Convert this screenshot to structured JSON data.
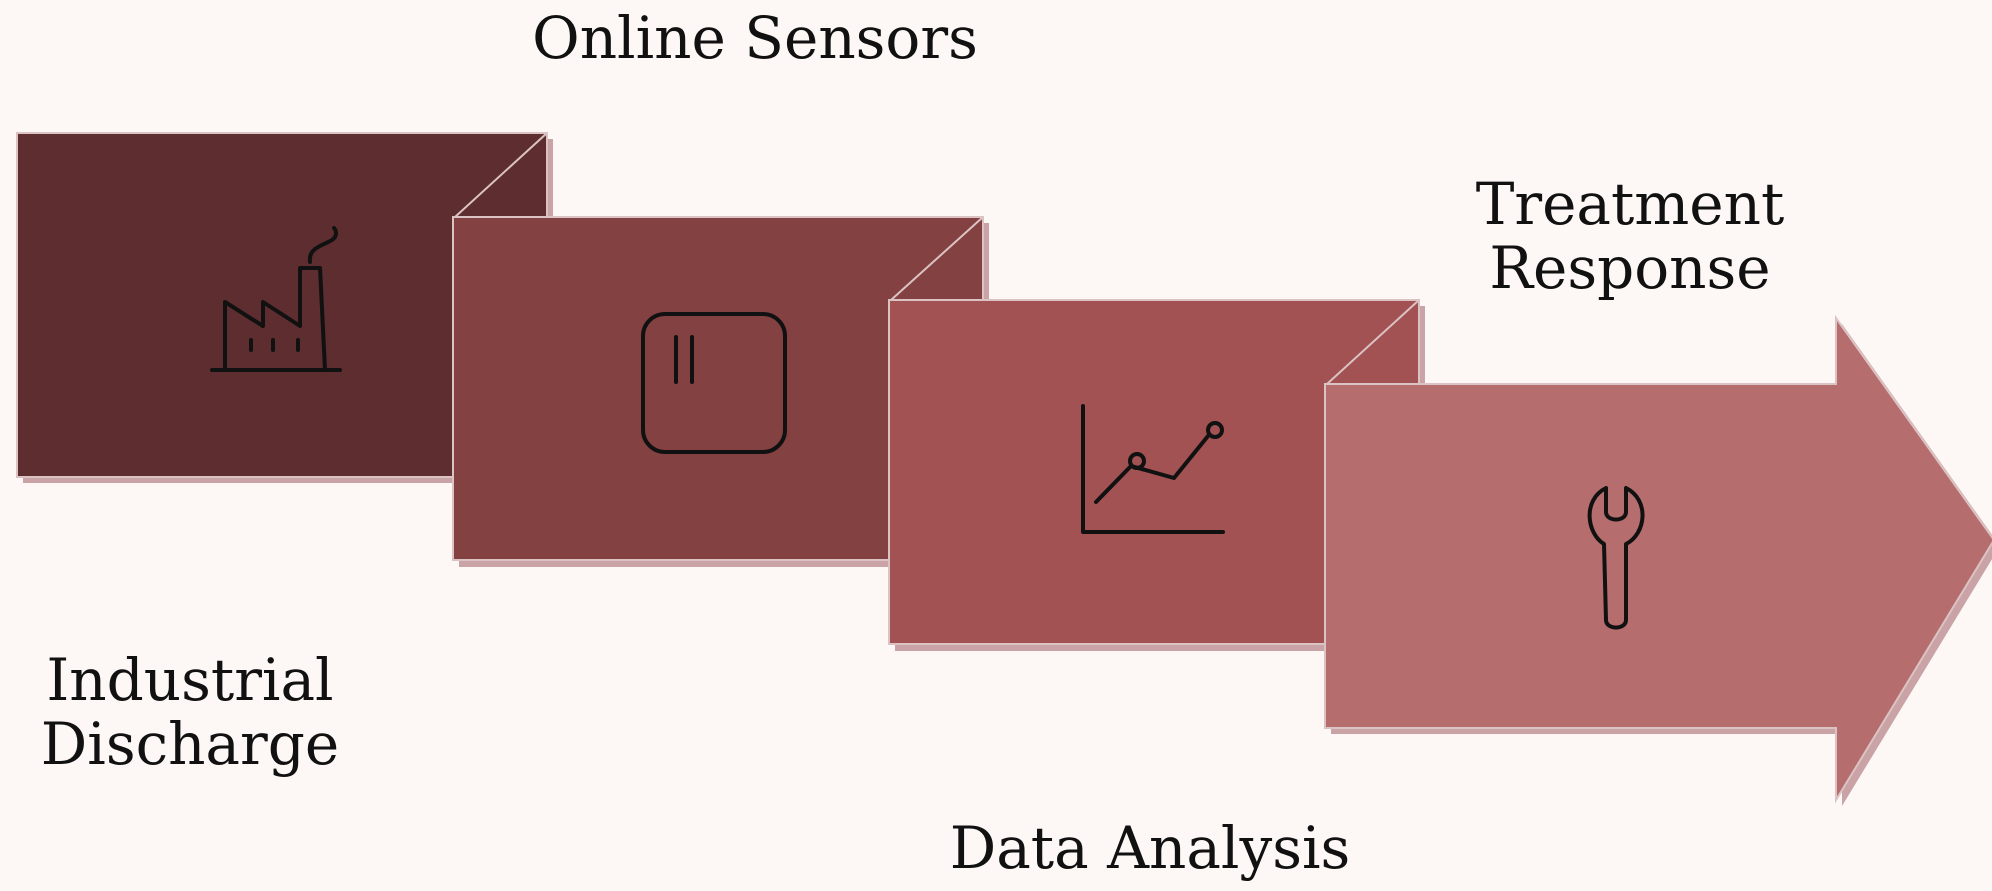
{
  "steps": [
    {
      "label_lines": [
        "Online Sensors"
      ],
      "icon": "factory-icon",
      "color": "#5e2d2f"
    },
    {
      "label_lines": [
        "Industrial",
        "Discharge"
      ],
      "icon": "sensor-box-icon",
      "color": "#844142"
    },
    {
      "label_lines": [
        "Data Analysis"
      ],
      "icon": "line-chart-icon",
      "color": "#a25253"
    },
    {
      "label_lines": [
        "Treatment",
        "Response"
      ],
      "icon": "wrench-icon",
      "color": "#b66d6d"
    }
  ],
  "colors": {
    "background": "#fdf8f5",
    "shadow": "#c9a3a5",
    "edge": "#dcc3c3",
    "icon_stroke": "#111111"
  }
}
